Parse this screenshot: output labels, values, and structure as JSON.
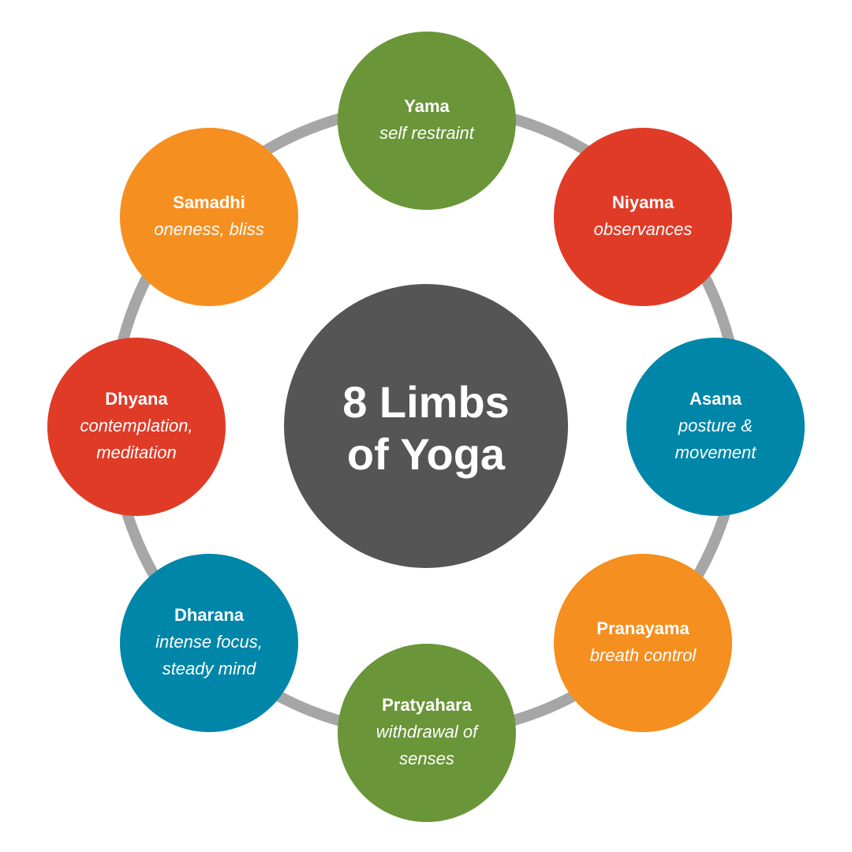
{
  "center": {
    "title_line1": "8 Limbs",
    "title_line2": "of Yoga",
    "color": "#555555"
  },
  "ring_color": "#a6a6a6",
  "limbs": [
    {
      "name": "Yama",
      "desc_line1": "self restraint",
      "desc_line2": "",
      "color": "#6a9538"
    },
    {
      "name": "Niyama",
      "desc_line1": "observances",
      "desc_line2": "",
      "color": "#e03b27"
    },
    {
      "name": "Asana",
      "desc_line1": "posture &",
      "desc_line2": "movement",
      "color": "#0086a9"
    },
    {
      "name": "Pranayama",
      "desc_line1": "breath control",
      "desc_line2": "",
      "color": "#f58f20"
    },
    {
      "name": "Pratyahara",
      "desc_line1": "withdrawal of",
      "desc_line2": "senses",
      "color": "#6a9538"
    },
    {
      "name": "Dharana",
      "desc_line1": "intense focus,",
      "desc_line2": "steady mind",
      "color": "#0086a9"
    },
    {
      "name": "Dhyana",
      "desc_line1": "contemplation,",
      "desc_line2": "meditation",
      "color": "#e03b27"
    },
    {
      "name": "Samadhi",
      "desc_line1": "oneness, bliss",
      "desc_line2": "",
      "color": "#f58f20"
    }
  ]
}
